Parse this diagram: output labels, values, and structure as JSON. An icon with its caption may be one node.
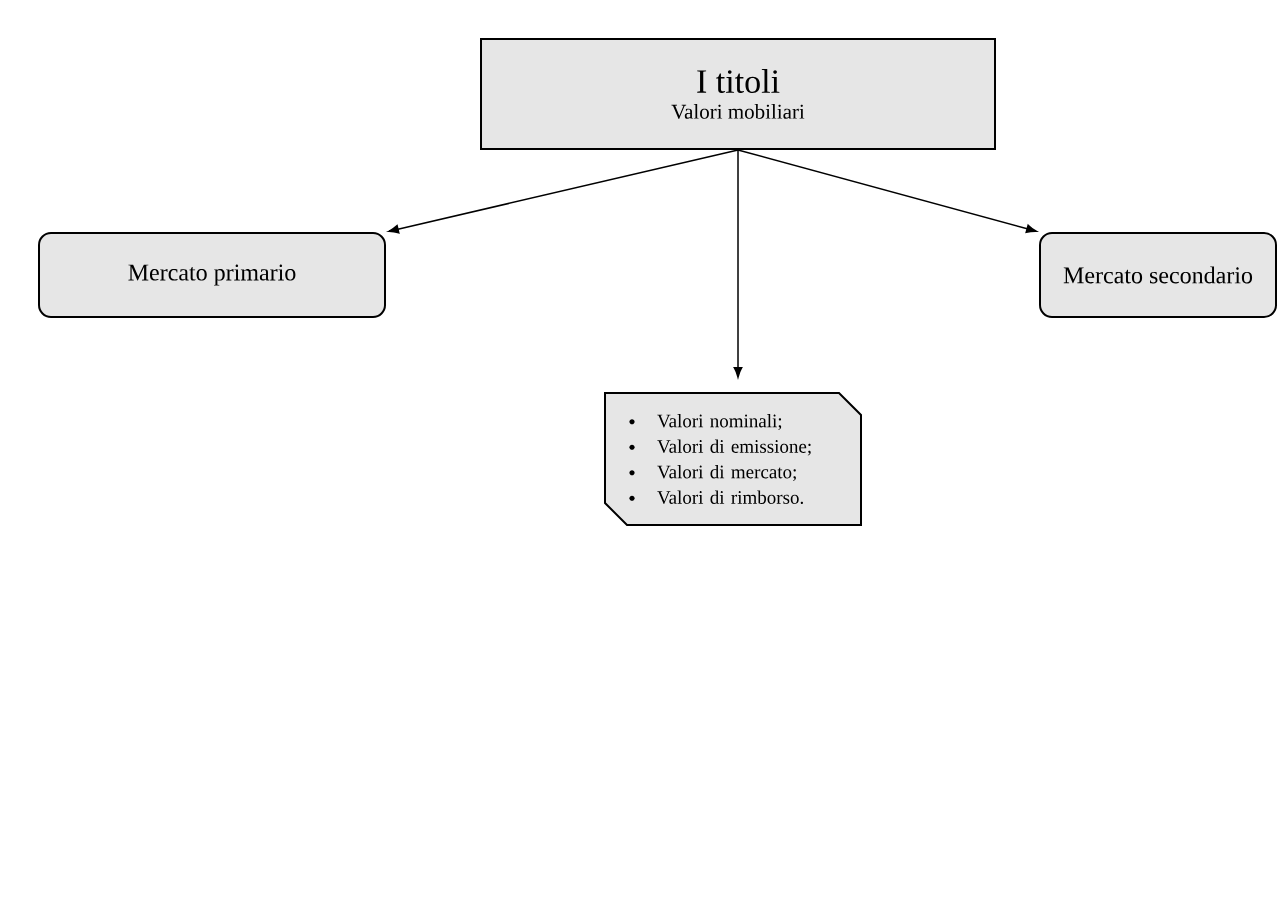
{
  "diagram": {
    "nodes": [
      {
        "text": [
          "I titoli",
          "Valori mobiliari"
        ]
      },
      {
        "text": [
          "Mercato primario"
        ]
      },
      {
        "text": [
          "Mercato secondario"
        ]
      },
      {
        "text": [
          "Valori nominali;",
          "Valori di emissione;",
          "Valori di mercato;",
          "Valori di rimborso."
        ]
      }
    ],
    "edges": [
      {
        "from": 0,
        "to": 1,
        "arrow": "to"
      },
      {
        "from": 0,
        "to": 3,
        "arrow": "to"
      },
      {
        "from": 0,
        "to": 2,
        "arrow": "to"
      }
    ]
  }
}
